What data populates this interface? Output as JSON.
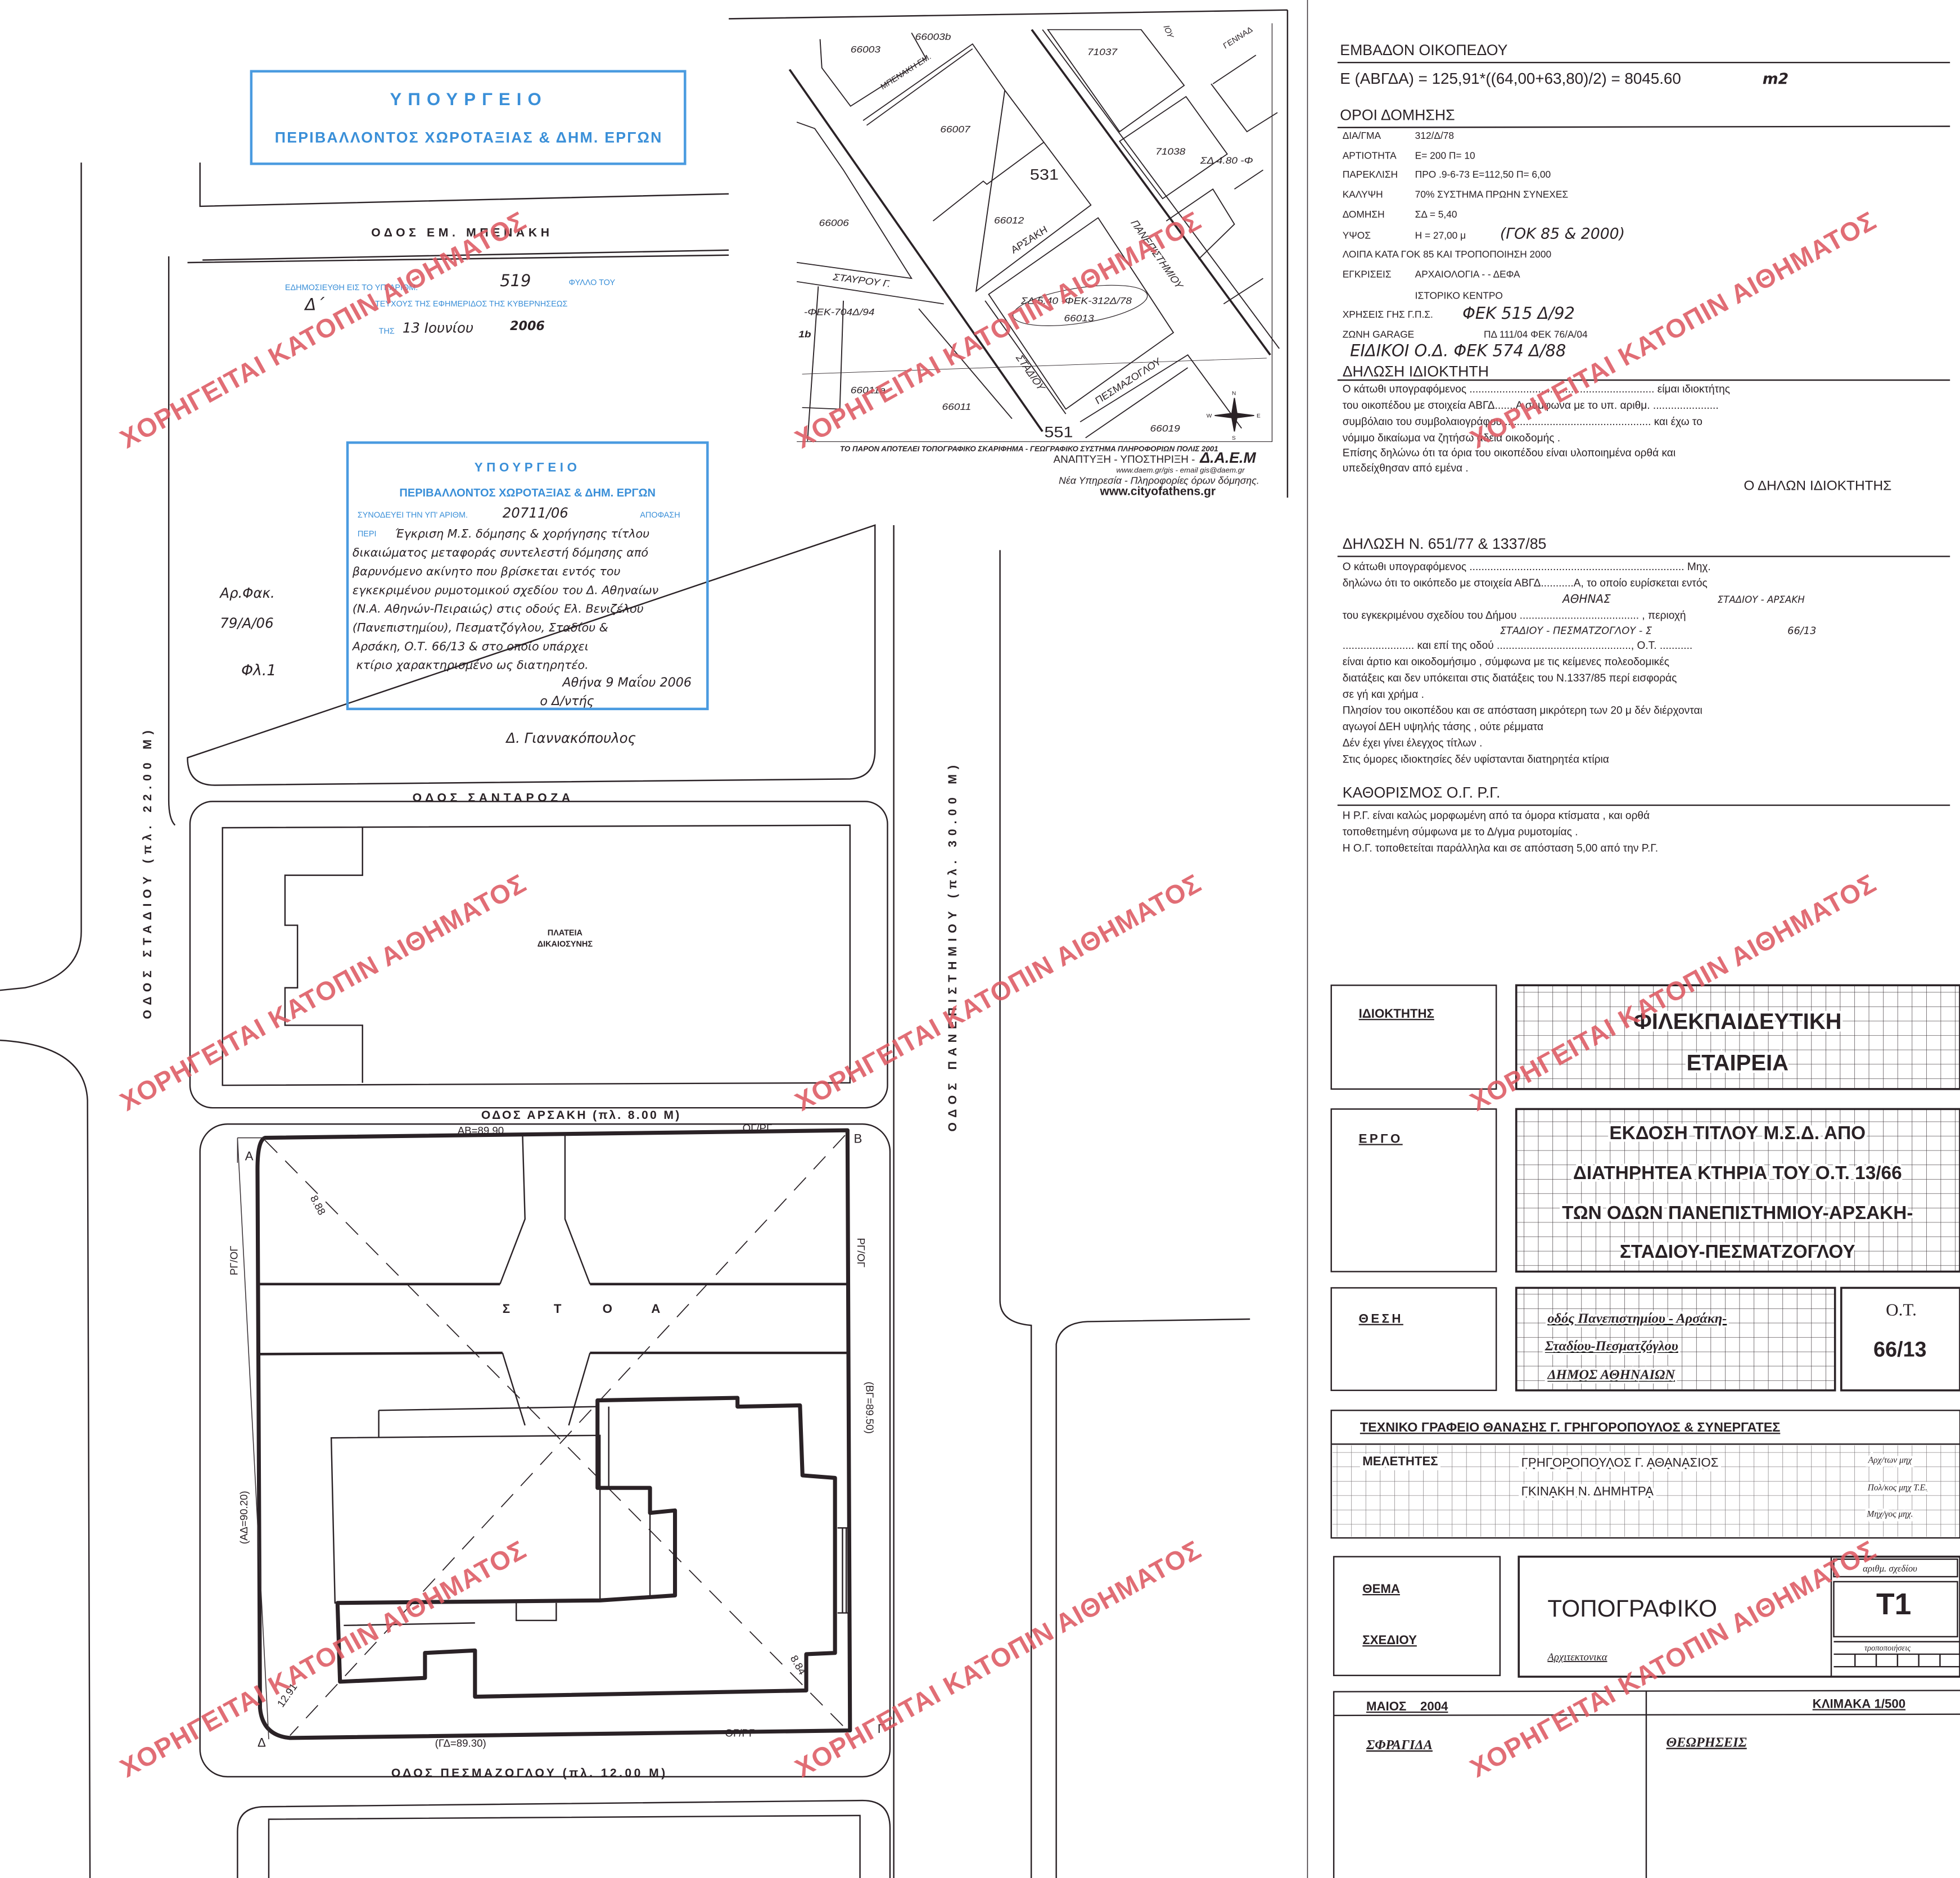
{
  "watermark": {
    "text": "ΧΟΡΗΓΕΙΤΑΙ ΚΑΤΟΠΙΝ ΑΙΘΗΜΑΤΟΣ",
    "color": "#de5a62"
  },
  "colors": {
    "stamp": "#3a8fd8",
    "ink": "#2a2226"
  },
  "stamp_ministry": {
    "line1": "ΥΠΟΥΡΓΕΙΟ",
    "line2": "ΠΕΡΙΒΑΛΛΟΝΤΟΣ ΧΩΡΟΤΑΞΙΑΣ & ΔΗΜ. ΕΡΓΩΝ"
  },
  "publication_stamp": {
    "line1_prefix": "ΕΔΗΜΟΣΙΕΥΘΗ ΕΙΣ ΤΟ ΥΠ' ΑΡΙΘΜ.",
    "number": "519",
    "line1_suffix": "ΦΥΛΛΟ ΤΟΥ",
    "issue": "Δ΄",
    "line2": "ΤΕΥΧΟΥΣ ΤΗΣ ΕΦΗΜΕΡΙΔΟΣ ΤΗΣ ΚΥΒΕΡΝΗΣΕΩΣ",
    "line3_prefix": "ΤΗΣ",
    "date": "13 Ιουνίου",
    "year": "2006"
  },
  "decision_stamp": {
    "line1": "ΥΠΟΥΡΓΕΙΟ",
    "line2": "ΠΕΡΙΒΑΛΛΟΝΤΟΣ ΧΩΡΟΤΑΞΙΑΣ & ΔΗΜ. ΕΡΓΩΝ",
    "line3_prefix": "ΣΥΝΟΔΕΥΕΙ ΤΗΝ ΥΠ' ΑΡΙΘΜ.",
    "number": "20711/06",
    "line3_suffix": "ΑΠΟΦΑΣΗ",
    "line4_prefix": "ΠΕΡΙ",
    "handwritten": [
      "Έγκριση Μ.Σ. δόμησης & χορήγησης τίτλου",
      "δικαιώματος μεταφοράς συντελεστή δόμησης από",
      "βαρυνόμενο ακίνητο που βρίσκεται εντός του",
      "εγκεκριμένου ρυμοτομικού σχεδίου του Δ. Αθηναίων",
      "(Ν.Α. Αθηνών-Πειραιώς) στις οδούς Ελ. Βενιζέλου",
      "(Πανεπιστημίου), Πεσματζόγλου, Σταδίου &",
      "Αρσάκη, Ο.Τ. 66/13 & στο οποίο υπάρχει",
      "κτίριο χαρακτηρισμένο ως διατηρητέο."
    ],
    "place_date": "Αθήνα 9 Μαΐου 2006",
    "signer_title": "ο Δ/ντής",
    "signer": "Δ. Γιαννακόπουλος"
  },
  "margin_note": {
    "line1": "Αρ.Φακ.",
    "line2": "79/Α/06",
    "line3": "Φλ.1"
  },
  "plan": {
    "streets": {
      "benaki": "ΟΔΟΣ ΕΜ. ΜΠΕΝΑΚΗ",
      "santaroza": "ΟΔΟΣ ΣΑΝΤΑΡΟΖΑ",
      "arsaki": "ΟΔΟΣ ΑΡΣΑΚΗ (πλ. 8.00 Μ)",
      "pesmazoglou": "ΟΔΟΣ ΠΕΣΜΑΖΟΓΛΟΥ (πλ. 12.00 Μ)",
      "stadiou": "ΟΔΟΣ ΣΤΑΔΙΟΥ (πλ. 22.00 Μ)",
      "panepistimiou": "ΟΔΟΣ ΠΑΝΕΠΙΣΤΗΜΙΟΥ (πλ. 30.00 Μ)"
    },
    "square": {
      "line1": "ΠΛΑΤΕΙΑ",
      "line2": "ΔΙΚΑΙΟΣΥΝΗΣ"
    },
    "stoa": [
      "Σ",
      "Τ",
      "Ο",
      "Α"
    ],
    "corners": {
      "a": "Α",
      "b": "Β",
      "g": "Γ",
      "d": "Δ"
    },
    "dimensions": {
      "ab": "ΑΒ=89.90",
      "ad": "(ΑΔ=90.20)",
      "bg": "(ΒΓ=89.50)",
      "gd": "(ΓΔ=89.30)",
      "diag_a": "8.88",
      "diag_g": "8.84",
      "diag_d": "12.91"
    },
    "og_rg": "ΟΓ/ΡΓ",
    "rg_og": "ΡΓ/ΟΓ"
  },
  "map": {
    "parcels": [
      "66003",
      "66003b",
      "71037",
      "66007",
      "531",
      "71038",
      "66006",
      "66012",
      "66013",
      "66011a",
      "66011",
      "66019",
      "551"
    ],
    "streets": [
      "ΜΠΕΝΑΚΗ ΕΜ.",
      "ΑΡΣΑΚΗ",
      "ΠΑΝΕΠΙΣΤΗΜΙΟΥ",
      "ΣΤΑΥΡΟΥ Γ.",
      "ΣΤΑΔΙΟΥ",
      "ΠΕΣΜΑΖΟΓΛΟΥ",
      "ΓΕΝΝΑΔ",
      "ΙΟΥ"
    ],
    "annotations": {
      "sd_main": "ΣΔ 5.40 -ΦΕΚ-312Δ/78",
      "sd_right": "ΣΔ 4.80 -Φ",
      "fek_left": "-ΦΕΚ-704Δ/94",
      "lb": "1b"
    },
    "compass": {
      "n": "N",
      "s": "S",
      "e": "E",
      "w": "W"
    },
    "footer": {
      "line1": "ΤΟ ΠΑΡΟΝ ΑΠΟΤΕΛΕΙ ΤΟΠΟΓΡΑΦΙΚΟ ΣΚΑΡΙΦΗΜΑ - ΓΕΩΓΡΑΦΙΚΟ ΣΥΣΤΗΜΑ ΠΛΗΡΟΦΟΡΙΩΝ ΠΟΛΙΣ 2001",
      "line2": "ΑΝΑΠΤΥΞΗ - ΥΠΟΣΤΗΡΙΞΗ -",
      "brand": "Δ.Α.Ε.Μ",
      "line3": "www.daem.gr/gis - email gis@daem.gr",
      "line4": "Νέα Υπηρεσία - Πληροφορίες όρων δόμησης.",
      "line5": "www.cityofathens.gr"
    }
  },
  "area": {
    "heading": "ΕΜΒΑΔΟΝ ΟΙΚΟΠΕΔΟΥ",
    "formula": "Ε (ΑΒΓΔΑ) = 125,91*((64,00+63,80)/2) = 8045.60",
    "unit": "m2"
  },
  "building_terms": {
    "heading": "ΟΡΟΙ ΔΟΜΗΣΗΣ",
    "rows": [
      {
        "label": "ΔΙΑ/ΓΜΑ",
        "value": "312/Δ/78"
      },
      {
        "label": "ΑΡΤΙΟΤΗΤΑ",
        "value": "Ε= 200  Π= 10"
      },
      {
        "label": "ΠΑΡΕΚΛΙΣΗ",
        "value": "ΠΡΟ .9-6-73    Ε=112,50    Π= 6,00"
      },
      {
        "label": "ΚΑΛΥΨΗ",
        "value": "70% ΣΥΣΤΗΜΑ ΠΡΩΗΝ ΣΥΝΕΧΕΣ"
      },
      {
        "label": "ΔΟΜΗΣΗ",
        "value": "ΣΔ =   5,40"
      },
      {
        "label": "ΥΨΟΣ",
        "value": "Η =    27,00 μ"
      }
    ],
    "height_note": "(ΓΟΚ 85 & 2000)",
    "rest": "ΛΟΙΠΑ ΚΑΤΑ ΓΟΚ 85 ΚΑΙ ΤΡΟΠΟΠΟΙΗΣΗ 2000",
    "approvals_label": "ΕΓΚΡΙΣΕΙΣ",
    "approvals_value": "ΑΡΧΑΙΟΛΟΓΙΑ - - ΔΕΦΑ",
    "historic": "ΙΣΤΟΡΙΚΟ ΚΕΝΤΡΟ",
    "land_use_label": "ΧΡΗΣΕΙΣ ΓΗΣ Γ.Π.Σ.",
    "land_use_value": "ΦΕΚ 515 Δ/92",
    "garage_label": "ΖΩΝΗ GARAGE",
    "garage_value": "ΠΔ 111/04  ΦΕΚ 76/Α/04",
    "special": "ΕΙΔΙΚΟΙ Ο.Δ. ΦΕΚ 574 Δ/88"
  },
  "owner_declaration": {
    "heading": "ΔΗΛΩΣΗ  ΙΔΙΟΚΤΗΤΗ",
    "lines": [
      "Ο κάτωθι υπογραφόμενος .............................................................. είμαι ιδιοκτήτης",
      "του οικοπέδου με στοιχεία ΑΒΓΔ.......Α σύμφωνα με το υπ. αριθμ. ......................",
      "συμβόλαιο του συμβολαιογράφου ................................................. και έχω το",
      "νόμιμο δικαίωμα να ζητήσω άδεια οικοδομής .",
      "Επίσης δηλώνω ότι τα όρια του οικοπέδου είναι υλοποιημένα ορθά και",
      "υπεδείχθησαν από εμένα ."
    ],
    "signature": "Ο ΔΗΛΩΝ  ΙΔΙΟΚΤΗΤΗΣ"
  },
  "engineer_declaration": {
    "heading": "ΔΗΛΩΣΗ Ν. 651/77 & 1337/85",
    "lines": [
      "Ο κάτωθι υπογραφόμενος ........................................................................ Μηχ.",
      "δηλώνω ότι το οικόπεδο με στοιχεία ΑΒΓΔ...........Α, το οποίο ευρίσκεται εντός",
      "του εγκεκριμένου σχεδίου του Δήμου ........................................ , περιοχή",
      "........................ και επί της οδού ............................................., Ο.Τ. ...........",
      "είναι άρτιο και οικοδομήσιμο , σύμφωνα με τις κείμενες πολεοδομικές",
      "διατάξεις και δεν υπόκειται στις διατάξεις του Ν.1337/85 περί εισφοράς",
      "σε γή και χρήμα .",
      "Πλησίον του οικοπέδου και σε απόσταση μικρότερη των 20 μ δέν διέρχονται",
      "αγωγοί ΔΕΗ υψηλής τάσης , ούτε ρέμματα",
      "Δέν έχει γίνει έλεγχος τίτλων .",
      "Στις όμορες ιδιοκτησίες δέν υφίστανται διατηρητέα κτίρια"
    ],
    "fill_municipality": "ΑΘΗΝΑΣ",
    "fill_area": "ΣΤΑΔΙΟΥ - ΑΡΣΑΚΗ",
    "fill_street": "ΣΤΑΔΙΟΥ - ΠΕΣΜΑΤΖΟΓΛΟΥ - Σ",
    "fill_block": "66/13"
  },
  "og_rg": {
    "heading": "ΚΑΘΟΡΙΣΜΟΣ Ο.Γ. Ρ.Γ.",
    "lines": [
      "Η  Ρ.Γ.  είναι καλώς μορφωμένη από τα όμορα κτίσματα  , και ορθά",
      "τοποθετημένη σύμφωνα με το Δ/γμα ρυμοτομίας .",
      "Η Ο.Γ. τοποθετείται παράλληλα και σε απόσταση 5,00 από την Ρ.Γ."
    ]
  },
  "title_block": {
    "owner_label": "ΙΔΙΟΚΤΗΤΗΣ",
    "owner": [
      "ΦΙΛΕΚΠΑΙΔΕΥΤΙΚΗ",
      "ΕΤΑΙΡΕΙΑ"
    ],
    "project_label": "ΕΡΓΟ",
    "project": [
      "ΕΚΔΟΣΗ ΤΙΤΛΟΥ Μ.Σ.Δ. ΑΠΟ",
      "ΔΙΑΤΗΡΗΤΕΑ ΚΤΗΡΙΑ ΤΟΥ Ο.Τ. 13/66",
      "ΤΩΝ ΟΔΩΝ ΠΑΝΕΠΙΣΤΗΜΙΟΥ-ΑΡΣΑΚΗ-",
      "ΣΤΑΔΙΟΥ-ΠΕΣΜΑΤΖΟΓΛΟΥ"
    ],
    "location_label": "ΘΕΣΗ",
    "location": [
      "οδός Πανεπιστημίου - Αρσάκη-",
      "Σταδίου-Πεσματζόγλου",
      "ΔΗΜΟΣ ΑΘΗΝΑΙΩΝ"
    ],
    "block_label": "Ο.Τ.",
    "block": "66/13",
    "office": "ΤΕΧΝΙΚΟ ΓΡΑΦΕΙΟ ΘΑΝΑΣΗΣ Γ. ΓΡΗΓΟΡΟΠΟΥΛΟΣ & ΣΥΝΕΡΓΑΤΕΣ",
    "designers_label": "ΜΕΛΕΤΗΤΕΣ",
    "designers": [
      "ΓΡΗΓΟΡΟΠΟΥΛΟΣ Γ. ΑΘΑΝΑΣΙΟΣ",
      "ΓΚΙΝΑΚΗ Ν. ΔΗΜΗΤΡΑ"
    ],
    "roles": [
      "Αρχ/των μηχ",
      "Πολ/κος μηχ Τ.Ε.",
      "Μηχ/γος μηχ."
    ],
    "subject_label": [
      "ΘΕΜΑ",
      "ΣΧΕΔΙΟΥ"
    ],
    "subject": "ΤΟΠΟΓΡΑΦΙΚΟ",
    "subject_sub": "Αρχιτεκτονικα",
    "drawing_no_label": "αριθμ. σχεδίου",
    "drawing_no": "Τ1",
    "revisions_label": "τροποποιήσεις",
    "date": "ΜΑΙΟΣ    2004",
    "scale": "ΚΛΙΜΑΚΑ 1/500",
    "seal_label": "ΣΦΡΑΓΙΔΑ",
    "approvals_label": "ΘΕΩΡΗΣΕΙΣ"
  }
}
